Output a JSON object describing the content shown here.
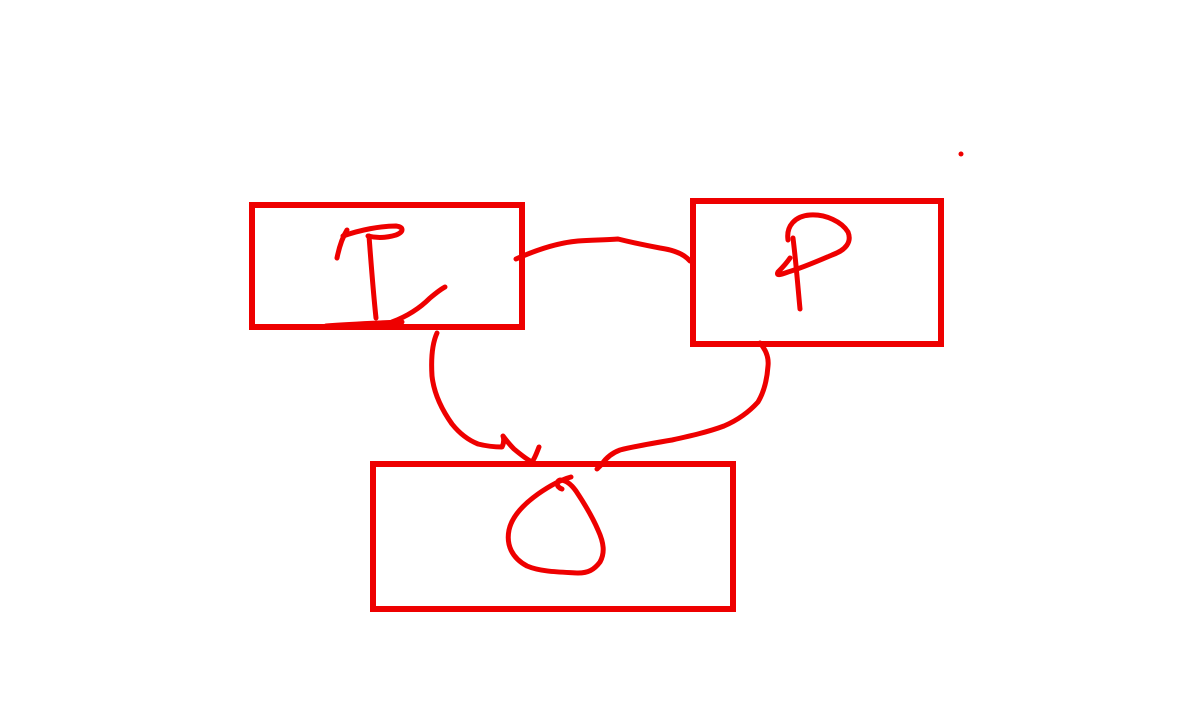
{
  "diagram": {
    "stroke_color": "#ee0000",
    "background_color": "#ffffff",
    "nodes": [
      {
        "id": "input",
        "letter": "I"
      },
      {
        "id": "process",
        "letter": "P"
      },
      {
        "id": "output",
        "letter": "O"
      }
    ],
    "connectors": [
      {
        "from": "input",
        "to": "process"
      },
      {
        "from": "input",
        "to": "output"
      },
      {
        "from": "process",
        "to": "output"
      }
    ]
  }
}
